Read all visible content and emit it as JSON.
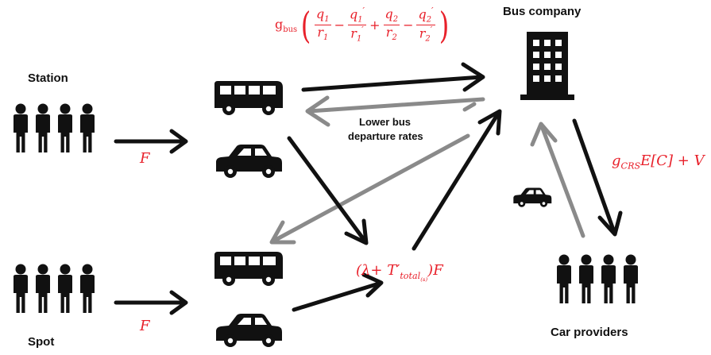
{
  "labels": {
    "station": "Station",
    "spot": "Spot",
    "bus_company": "Bus company",
    "car_providers": "Car providers",
    "lower_bus_line1": "Lower bus",
    "lower_bus_line2": "departure rates"
  },
  "formulas": {
    "flow_station": "F",
    "flow_spot": "F",
    "bus_cost_prefix": "g",
    "bus_cost_prefix_sub": "bus",
    "q1": "q",
    "q1_sub": "1",
    "r1": "r",
    "r1_sub": "1",
    "q1p": "q",
    "q1p_sub": "1",
    "r1p": "r",
    "r1p_sub": "1",
    "q2": "q",
    "q2_sub": "2",
    "r2": "r",
    "r2_sub": "2",
    "q2p": "q",
    "q2p_sub": "2",
    "r2p": "r",
    "r2p_sub": "2",
    "prime": "′",
    "minus": "−",
    "plus": "+",
    "lambda_open": "(λ+ ",
    "t_total": "T′",
    "t_total_sub": "total",
    "t_total_subsub": "(s)",
    "lambda_close": ")F",
    "crs_prefix": "g",
    "crs_sub": "CRS",
    "crs_rest": "E[C] + V"
  },
  "colors": {
    "accent_red": "#e8202a",
    "arrow_black": "#111111",
    "arrow_gray": "#8a8a8a"
  },
  "icons": [
    "people-group-icon",
    "bus-icon",
    "car-icon",
    "office-building-icon"
  ]
}
